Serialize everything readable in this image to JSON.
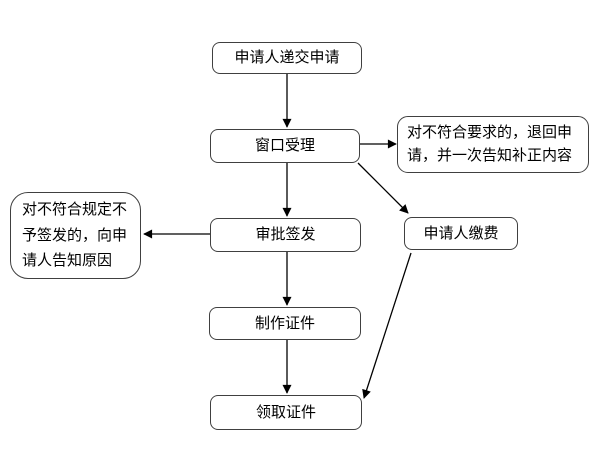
{
  "diagram": {
    "nodes": {
      "submit": {
        "label": "申请人递交申请"
      },
      "window": {
        "label": "窗口受理"
      },
      "return_note": {
        "label": "对不符合要求的，退回申请，并一次告知补正内容"
      },
      "approve": {
        "label": "审批签发"
      },
      "reject_note": {
        "label": "对不符合规定不予签发的，向申请人告知原因"
      },
      "pay": {
        "label": "申请人缴费"
      },
      "produce": {
        "label": "制作证件"
      },
      "collect": {
        "label": "领取证件"
      }
    },
    "edges": [
      {
        "from": "申请人递交申请",
        "to": "窗口受理"
      },
      {
        "from": "窗口受理",
        "to": "对不符合要求的，退回申请，并一次告知补正内容"
      },
      {
        "from": "窗口受理",
        "to": "审批签发"
      },
      {
        "from": "窗口受理",
        "to": "申请人缴费"
      },
      {
        "from": "审批签发",
        "to": "对不符合规定不予签发的，向申请人告知原因"
      },
      {
        "from": "审批签发",
        "to": "制作证件"
      },
      {
        "from": "制作证件",
        "to": "领取证件"
      },
      {
        "from": "申请人缴费",
        "to": "领取证件"
      }
    ],
    "colors": {
      "background": "#ffffff",
      "box_fill": "#ffffff",
      "box_border": "#404040",
      "connector": "#000000",
      "text": "#000000"
    }
  }
}
